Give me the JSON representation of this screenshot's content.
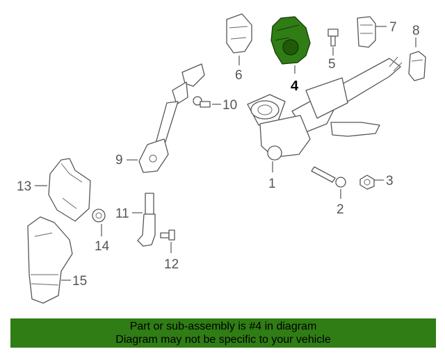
{
  "diagram": {
    "callouts": {
      "c1": "1",
      "c2": "2",
      "c3": "3",
      "c4": "4",
      "c5": "5",
      "c6": "6",
      "c7": "7",
      "c8": "8",
      "c9": "9",
      "c10": "10",
      "c11": "11",
      "c12": "12",
      "c13": "13",
      "c14": "14",
      "c15": "15"
    },
    "highlighted_part": "4",
    "highlight_color": "#2f7d14"
  },
  "banner": {
    "line1": "Part or sub-assembly is #4 in diagram",
    "line2": "Diagram may not be specific to your vehicle",
    "background": "#2f7d14"
  }
}
